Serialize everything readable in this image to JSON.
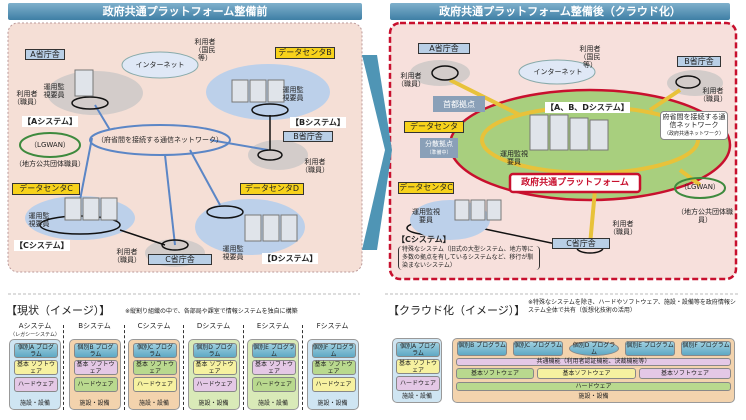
{
  "before": {
    "title": "政府共通プラットフォーム整備前",
    "a_office": "A省庁舎",
    "b_office": "B省庁舎",
    "c_office": "C省庁舎",
    "internet": "インターネット",
    "citizen": "利用者（国民等）",
    "dc_b": "データセンタB",
    "dc_c": "データセンタC",
    "dc_d": "データセンタD",
    "sys_a": "【Aシステム】",
    "sys_b": "【Bシステム】",
    "sys_c": "【Cシステム】",
    "sys_d": "【Dシステム】",
    "ops": "運用監視要員",
    "user_staff": "利用者（職員）",
    "network": "（府省間を接続する通信ネットワーク）",
    "lgwan": "（LGWAN）",
    "local_staff": "（地方公共団体職員）"
  },
  "after": {
    "title": "政府共通プラットフォーム整備後（クラウド化）",
    "a_office": "A省庁舎",
    "b_office": "B省庁舎",
    "c_office": "C省庁舎",
    "internet": "インターネット",
    "citizen": "利用者（国民等）",
    "user_staff": "利用者（職員）",
    "capital": "首都拠点",
    "dc": "データセンタ",
    "distributed": "分散拠点",
    "distributed_sub": "（準備中）",
    "sys_abd": "【A、B、Dシステム】",
    "network": "府省間を接続する通信ネットワーク",
    "network_sub": "（政府共通ネットワーク）",
    "ops": "運用監視要員",
    "platform": "政府共通プラットフォーム",
    "lgwan": "（LGWAN）",
    "local_staff": "（地方公共団体職員）",
    "dc_c": "データセンタC",
    "sys_c": "【Cシステム】",
    "special_note": "特殊なシステム（旧式の大型システム、地方等に多数の拠点を有しているシステムなど、移行が馴染まないシステム）"
  },
  "current": {
    "heading": "【現状（イメージ）】",
    "note": "※縦割り組織の中で、各部局や課室で情報システムを独自に構築",
    "columns": [
      {
        "name": "Aシステム",
        "sub": "（レガシーシステム）",
        "prog": "個別A プログラム",
        "l2": "基本 ソフトウェア",
        "l3": "ハードウェア",
        "fac": "施設・設備"
      },
      {
        "name": "Bシステム",
        "prog": "個別B プログラム",
        "l2": "基本 ソフトウェア",
        "l3": "ハードウェア",
        "fac": "施設・設備"
      },
      {
        "name": "Cシステム",
        "prog": "個別C プログラム",
        "l2": "基本 ソフトウェア",
        "l3": "ハードウェア",
        "fac": "施設・設備"
      },
      {
        "name": "Dシステム",
        "prog": "個別D プログラム",
        "l2": "基本 ソフトウェア",
        "l3": "ハードウェア",
        "fac": "施設・設備"
      },
      {
        "name": "Eシステム",
        "prog": "個別E プログラム",
        "l2": "基本 ソフトウェア",
        "l3": "ハードウェア",
        "fac": "施設・設備"
      },
      {
        "name": "Fシステム",
        "prog": "個別F プログラム",
        "l2": "基本 ソフトウェア",
        "l3": "ハードウェア",
        "fac": "施設・設備"
      }
    ]
  },
  "cloud": {
    "heading": "【クラウド化（イメージ）】",
    "note": "※特殊なシステムを除き、ハードやソフトウェア、施設・設備等を政府情報システム全体で共有（仮想化技術の活用）",
    "a": {
      "prog": "個別A プログラム",
      "soft": "基本 ソフトウェア",
      "hard": "ハードウェア",
      "fac": "施設・設備"
    },
    "programs": [
      "個別B プログラム",
      "個別C プログラム",
      "個別D プログラム",
      "個別E プログラム",
      "個別F プログラム"
    ],
    "common": "共通機能（利用者認証機能、決裁機能等）",
    "softs": [
      "基本ソフトウェア",
      "基本ソフトウェア",
      "基本ソフトウェア"
    ],
    "hard": "ハードウェア",
    "fac": "施設・設備"
  },
  "colors": {
    "title_blue": "#3f7fa5",
    "panel_pink": "#f5dfd6",
    "dc_yellow": "#f7d21b",
    "platform_red": "#c8102e",
    "network_blue": "#5b86c6",
    "gov_net_yellow": "#e8c23a",
    "lgwan_green": "#3e8a3e"
  }
}
